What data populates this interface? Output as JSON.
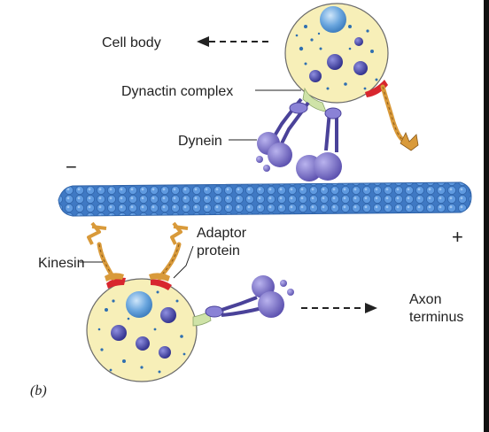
{
  "labels": {
    "cell_body": "Cell body",
    "dynactin_complex": "Dynactin complex",
    "dynein": "Dynein",
    "kinesin": "Kinesin",
    "adaptor_line1": "Adaptor",
    "adaptor_line2": "protein",
    "axon_line1": "Axon",
    "axon_line2": "terminus",
    "minus_sign": "−",
    "plus_sign": "+",
    "panel_label": "(b)"
  },
  "colors": {
    "cell_fill": "#f7efb8",
    "cell_stroke": "#6a6a6a",
    "nucleus": "#6aa6de",
    "organelle": "#3b3b9a",
    "vesicle": "#2f6fb0",
    "microtubule": "#4a86d0",
    "dynein": "#7a6fc6",
    "kinesin": "#d99a3a",
    "adaptor_red": "#d8262e",
    "dynactin_green": "#cfe3a8"
  }
}
